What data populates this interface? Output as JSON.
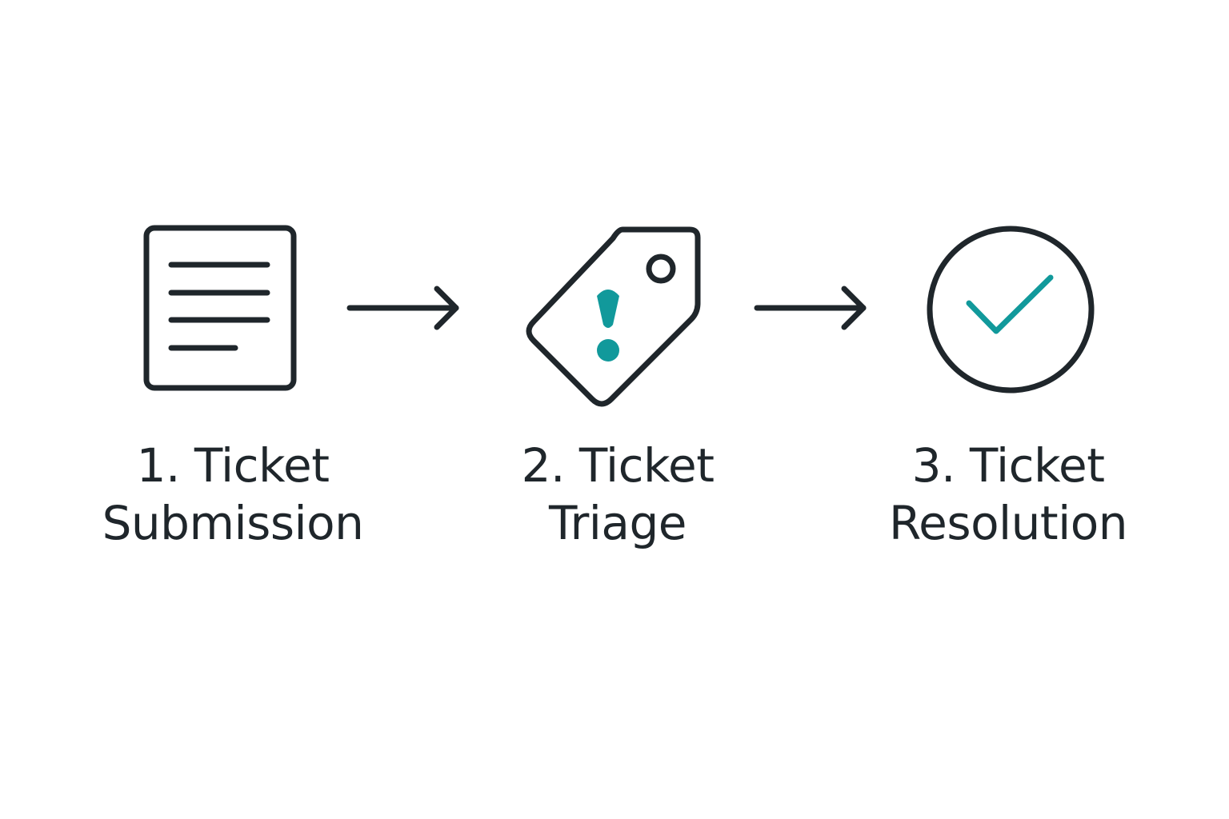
{
  "colors": {
    "ink": "#1f262b",
    "accent": "#11999b",
    "background": "#ffffff"
  },
  "steps": [
    {
      "icon": "document-icon",
      "line1": "1. Ticket",
      "line2": "Submission"
    },
    {
      "icon": "tag-alert-icon",
      "line1": "2. Ticket",
      "line2": "Triage"
    },
    {
      "icon": "check-circle-icon",
      "line1": "3. Ticket",
      "line2": "Resolution"
    }
  ],
  "connectors": [
    {
      "icon": "arrow-right-icon",
      "from": 1,
      "to": 2
    },
    {
      "icon": "arrow-right-icon",
      "from": 2,
      "to": 3
    }
  ]
}
